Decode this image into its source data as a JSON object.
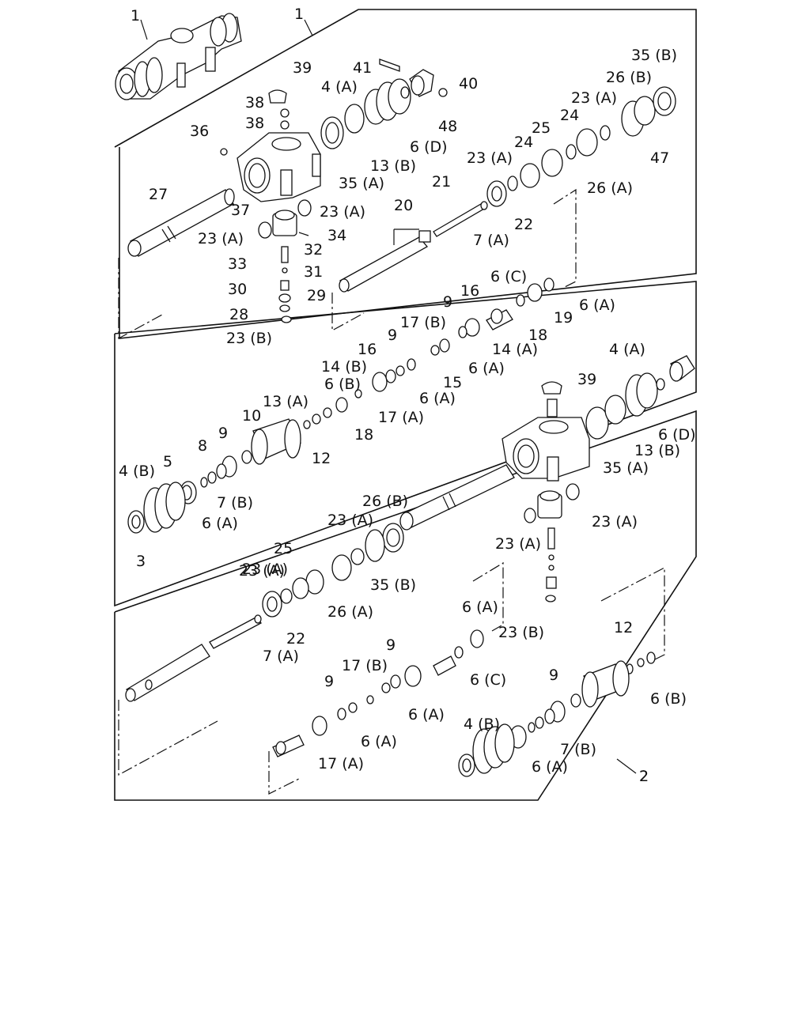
{
  "title": "",
  "assembly_labels": [
    "1",
    "1",
    "2"
  ],
  "upper_labels": [
    "39",
    "38",
    "38",
    "36",
    "41",
    "4 (A)",
    "40",
    "48",
    "6 (D)",
    "13 (B)",
    "35 (A)",
    "37",
    "23 (A)",
    "27",
    "23 (A)",
    "34",
    "33",
    "32",
    "31",
    "30",
    "29",
    "28",
    "23 (B)",
    "20",
    "21",
    "7 (A)",
    "22",
    "23 (A)",
    "24",
    "25",
    "24",
    "23 (A)",
    "26 (B)",
    "35 (B)",
    "47",
    "26 (A)",
    "6 (C)",
    "19",
    "6 (A)"
  ],
  "middle_labels": [
    "16",
    "9",
    "17 (B)",
    "18",
    "14 (A)",
    "6 (A)",
    "16",
    "9",
    "14 (B)",
    "15",
    "6 (A)",
    "17 (A)",
    "6 (B)",
    "18",
    "13 (A)",
    "12",
    "10",
    "9",
    "8",
    "5",
    "4 (B)",
    "7 (B)",
    "6 (A)",
    "3",
    "39",
    "4 (A)",
    "13 (B)",
    "35 (A)",
    "6 (D)",
    "26 (B)",
    "23 (A)",
    "23 (A)",
    "23 (A)",
    "23 (A)",
    "25",
    "35 (B)",
    "23 (A)",
    "26 (A)",
    "22",
    "7 (A)",
    "6 (A)",
    "23 (B)"
  ],
  "lower_labels": [
    "9",
    "17 (B)",
    "6 (C)",
    "9",
    "6 (A)",
    "17 (A)",
    "6 (A)",
    "12",
    "9",
    "6 (B)",
    "4 (B)",
    "7 (B)",
    "6 (A)",
    "2"
  ]
}
